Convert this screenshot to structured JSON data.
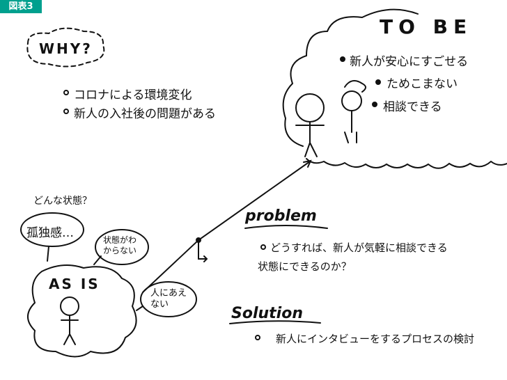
{
  "figure_label": "図表3",
  "why": {
    "title": "WHY?",
    "items": [
      "コロナによる環境変化",
      "新人の入社後の問題がある"
    ]
  },
  "to_be": {
    "title": "TO BE",
    "items": [
      "新人が安心にすごせる",
      "ためこまない",
      "相談できる"
    ]
  },
  "as_is": {
    "title": "AS IS",
    "question": "どんな状態？",
    "bubbles": [
      "孤独感…",
      "状態がわからない",
      "人にあえない"
    ]
  },
  "problem": {
    "title": "problem",
    "text_line1": "どうすれば、新人が気軽に相談できる",
    "text_line2": "状態にできるのか？"
  },
  "solution": {
    "title": "Solution",
    "text": "新人にインタビューをするプロセスの検討"
  }
}
